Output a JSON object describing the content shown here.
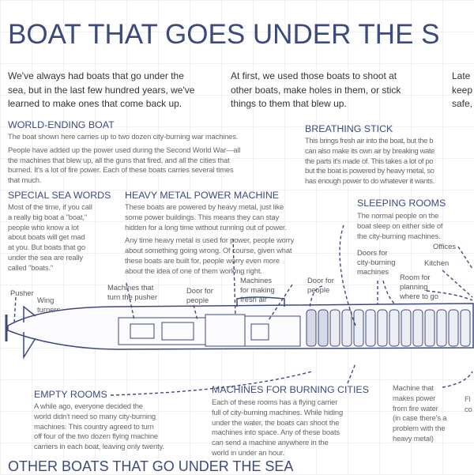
{
  "title": "BOAT THAT GOES UNDER THE S",
  "intro": [
    [
      "We've always had boats that go under the",
      "sea, but in the last few hundred years, we've",
      "learned to make ones that come back up."
    ],
    [
      "At first, we used those boats to shoot at",
      "other boats, make holes in them, or stick",
      "things to them that blew up."
    ],
    [
      "Late",
      "keep",
      "safe,"
    ]
  ],
  "sections": {
    "world_ending": {
      "heading": "WORLD-ENDING BOAT",
      "lines": [
        "The boat shown here carries up to two dozen city-burning war machines.",
        "",
        "People have added up the power used during the Second World War—all",
        "the machines that blew up, all the guns that fired, and all the cities that",
        "burned. It's a lot of fire power. Each of these boats carries several times",
        "that much."
      ]
    },
    "breathing": {
      "heading": "BREATHING STICK",
      "lines": [
        "This brings fresh air into the boat, but the b",
        "can also make its own air by breaking wate",
        "the parts it's made of. This takes a lot of po",
        "but the boat is powered by heavy metal, so",
        "has enough power to do whatever it wants."
      ]
    },
    "sea_words": {
      "heading": "SPECIAL SEA WORDS",
      "lines": [
        "Most of the time, if you call",
        "a really big boat a \"boat,\"",
        "people who know a lot",
        "about boats will get mad",
        "at you. But boats that go",
        "under the sea are really",
        "called \"boats.\""
      ]
    },
    "heavy_metal": {
      "heading": "HEAVY METAL POWER MACHINE",
      "lines": [
        "These boats are powered by heavy metal, just like",
        "some power buildings. This means they can stay",
        "hidden for a long time without running out of power.",
        "",
        "Any time heavy metal is used for power, people worry",
        "about something going wrong. Of course, given what",
        "these boats are built for, people worry even more",
        "about the idea of one of them working right."
      ]
    },
    "sleeping": {
      "heading": "SLEEPING ROOMS",
      "lines": [
        "The normal people on the",
        "boat sleep on either side of",
        "the city-burning machines."
      ]
    },
    "empty": {
      "heading": "EMPTY ROOMS",
      "lines": [
        "A while ago, everyone decided the",
        "world didn't need so many city-burning",
        "machines. This country agreed to turn",
        "off four of the two dozen flying machine",
        "carriers in each boat, leaving only twenty."
      ]
    },
    "burning": {
      "heading": "MACHINES FOR BURNING CITIES",
      "lines": [
        "Each of these rooms has a flying carrier",
        "full of city-burning machines. While hiding",
        "under the water, the boats can shoot the",
        "machines into space. Any of these boats",
        "can send a machine anywhere in the",
        "world in under an hour."
      ]
    },
    "fire_water": {
      "heading": "",
      "lines": [
        "Machine that",
        "makes power",
        "from fire water",
        "(in case there's a",
        "problem with the",
        "heavy metal)"
      ]
    },
    "edge": {
      "heading": "",
      "lines": [
        "Fl",
        "co"
      ]
    }
  },
  "labels": {
    "pusher": [
      "Pusher"
    ],
    "wing": [
      "Wing",
      "turners"
    ],
    "turn_pusher": [
      "Machines that",
      "turn the pusher"
    ],
    "door1": [
      "Door for",
      "people"
    ],
    "fresh_air": [
      "Machines",
      "for making",
      "fresh air"
    ],
    "door2": [
      "Door for",
      "people"
    ],
    "doors_city": [
      "Doors for",
      "city-burning",
      "machines"
    ],
    "kitchen": [
      "Kitchen"
    ],
    "offices": [
      "Offices"
    ],
    "planning": [
      "Room for",
      "planning",
      "where to go"
    ]
  },
  "other_heading": "OTHER BOATS THAT GO UNDER THE SEA",
  "colors": {
    "ink": "#3d4a7c",
    "text": "#666666"
  }
}
